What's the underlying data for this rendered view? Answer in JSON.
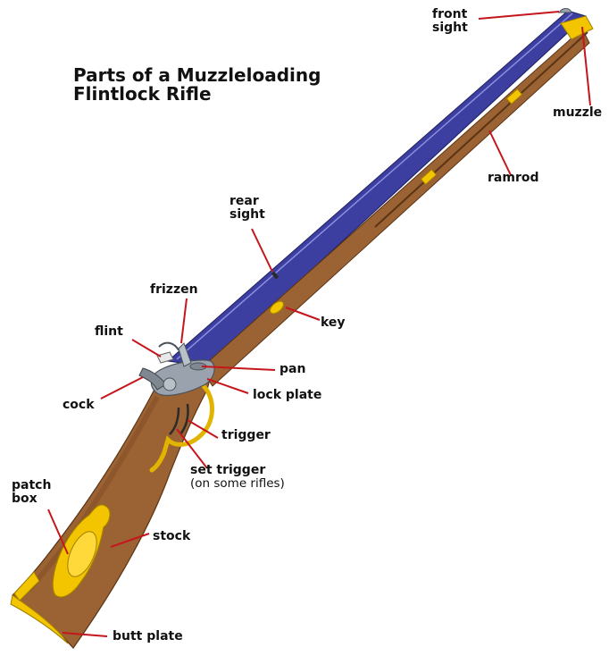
{
  "title": {
    "line1": "Parts of a Muzzleloading",
    "line2": "Flintlock Rifle"
  },
  "labels": {
    "front_sight": [
      "front",
      "sight"
    ],
    "muzzle": "muzzle",
    "ramrod": "ramrod",
    "rear_sight": [
      "rear",
      "sight"
    ],
    "key": "key",
    "frizzen": "frizzen",
    "flint": "flint",
    "pan": "pan",
    "lock_plate": "lock plate",
    "cock": "cock",
    "trigger": "trigger",
    "set_trigger": "set trigger",
    "set_trigger_note": "(on some rifles)",
    "patch_box": [
      "patch",
      "box"
    ],
    "stock": "stock",
    "butt_plate": "butt plate"
  },
  "colors": {
    "leader_line": "#c4161c",
    "wood": "#9b6233",
    "barrel": "#3c3fa0",
    "brass": "#f2c500",
    "steel": "#9aa3ad"
  }
}
